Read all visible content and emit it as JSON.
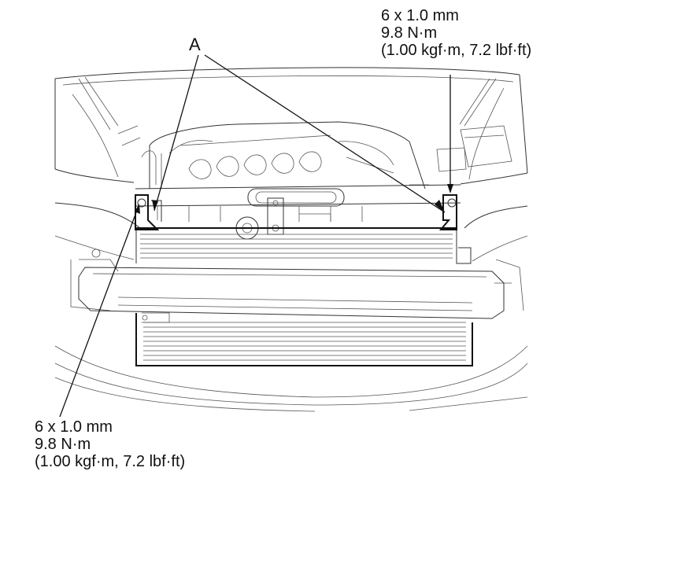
{
  "part_label": "A",
  "callouts": {
    "top": {
      "bolt": "6 x 1.0 mm",
      "torque_nm": "9.8 N·m",
      "torque_alt": "(1.00 kgf·m, 7.2 lbf·ft)"
    },
    "bottom": {
      "bolt": "6 x 1.0 mm",
      "torque_nm": "9.8 N·m",
      "torque_alt": "(1.00 kgf·m, 7.2 lbf·ft)"
    }
  }
}
